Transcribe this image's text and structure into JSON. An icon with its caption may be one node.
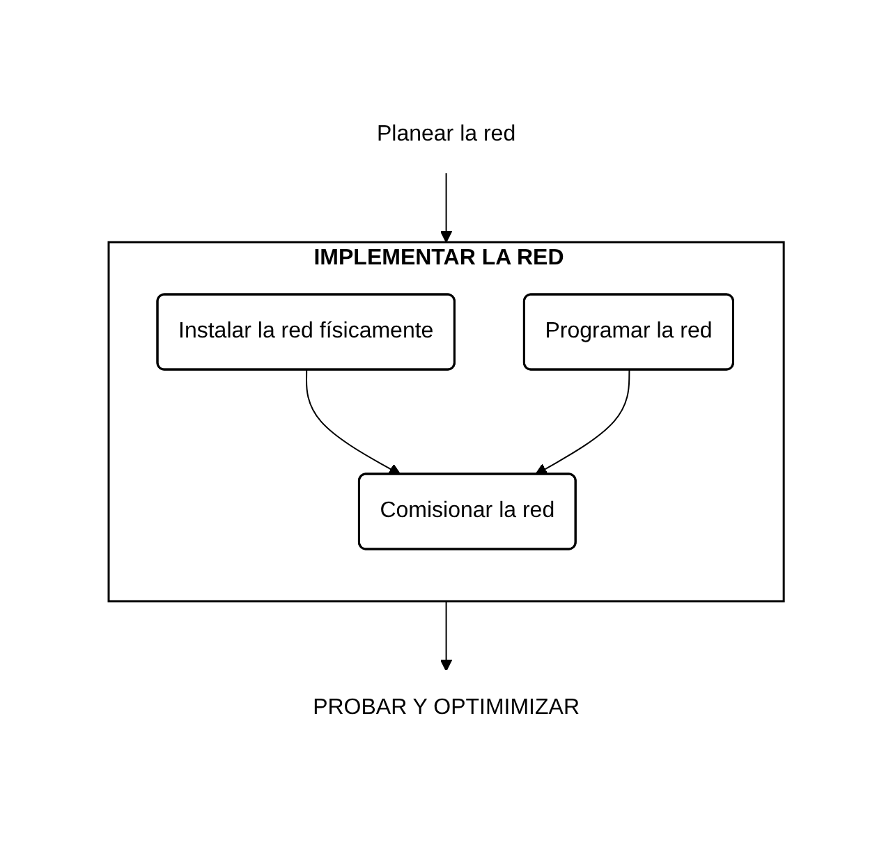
{
  "diagram": {
    "nodes": [
      {
        "text": [
          "Planear la red"
        ]
      },
      {
        "text": [
          "IMPLEMENTAR LA RED"
        ]
      },
      {
        "text": [
          "Instalar la red físicamente"
        ],
        "in": 1
      },
      {
        "text": [
          "Programar la red"
        ],
        "in": 1
      },
      {
        "text": [
          "Comisionar la red"
        ],
        "in": 1
      },
      {
        "text": [
          "PROBAR Y OPTIMIMIZAR"
        ]
      }
    ],
    "edges": [
      {
        "from": 0,
        "to": 1,
        "arrow": "to"
      },
      {
        "from": 2,
        "to": 4,
        "arrow": "to"
      },
      {
        "from": 3,
        "to": 4,
        "arrow": "to"
      },
      {
        "from": 1,
        "to": 5,
        "arrow": "to"
      }
    ]
  }
}
